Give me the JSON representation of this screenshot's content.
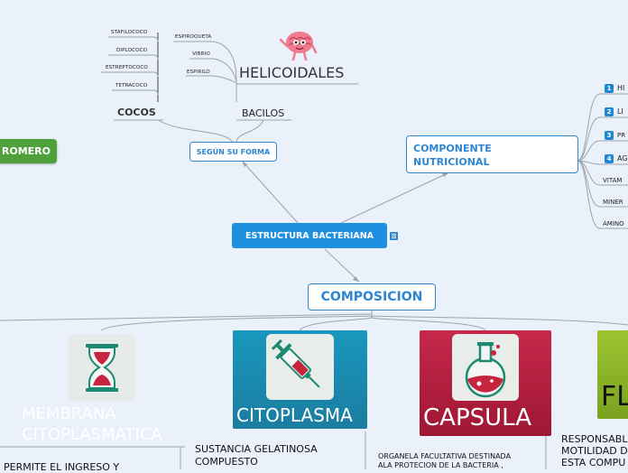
{
  "colors": {
    "background": "#eaf1fb",
    "accent_blue": "#2e86d1",
    "central_fill": "#1f8fdf",
    "green_topic": "#4ea13a",
    "citoplasma_card": "#1f8fb2",
    "capsula_card": "#b3203e",
    "flagelo_card": "#8fb82a"
  },
  "central": {
    "label": "ESTRUCTURA BACTERIANA",
    "note_icon": "note-icon"
  },
  "left_topic": {
    "label": "ROMERO"
  },
  "forma": {
    "label": "SEGÚN SU FORMA",
    "cocos": {
      "label": "COCOS",
      "items": [
        "STAFILOCOCO",
        "DIPLOCOCO",
        "ESTREPTOCOCO",
        "TETRACOCO"
      ]
    },
    "bacilos": {
      "label": "BACILOS"
    },
    "helicoidales": {
      "label": "HELICOIDALES",
      "icon": "brain-icon",
      "items": [
        "ESPIROQUETA",
        "VIBRIO",
        "ESPIRILO"
      ]
    }
  },
  "nutricional": {
    "label": "COMPONENTE NUTRICIONAL",
    "numbered": [
      {
        "num": "1",
        "label": "HI"
      },
      {
        "num": "2",
        "label": "LI"
      },
      {
        "num": "3",
        "label": "PR"
      },
      {
        "num": "4",
        "label": "AG"
      }
    ],
    "others": [
      "VITAM",
      "MINER",
      "AMINO"
    ]
  },
  "composicion": {
    "label": "COMPOSICION",
    "cards": [
      {
        "title_line1": "MEMBRANA",
        "title_line2": "CITOPLASMATICA",
        "icon": "hourglass-icon",
        "desc": "PERMITE EL INGRESO Y"
      },
      {
        "title": "CITOPLASMA",
        "icon": "syringe-icon",
        "desc_line1": "SUSTANCIA GELATINOSA",
        "desc_line2": "COMPUESTO"
      },
      {
        "title": "CAPSULA",
        "icon": "flask-icon",
        "desc_line1": "ORGANELA FACULTATIVA DESTINADA",
        "desc_line2": "ALA PROTECION DE LA BACTERIA ,"
      },
      {
        "title": "FL",
        "desc_line1": "RESPONSABL",
        "desc_line2": "MOTILIDAD D",
        "desc_line3": "ESTA COMPU"
      }
    ]
  }
}
